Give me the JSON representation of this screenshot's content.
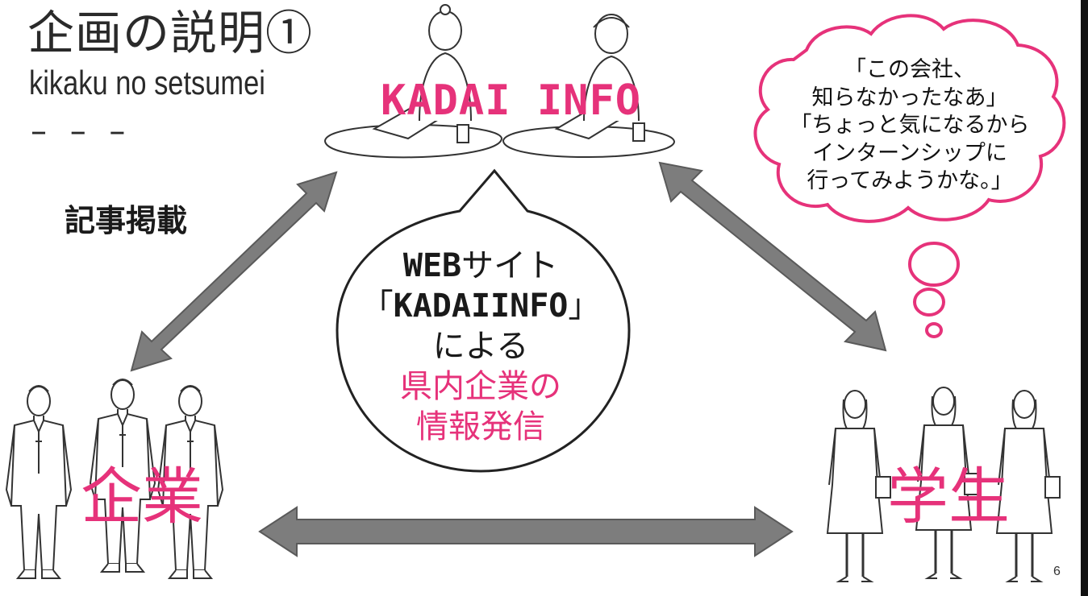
{
  "title": {
    "japanese": "企画の説明①",
    "romaji": "kikaku no setsumei",
    "divider": "– – –"
  },
  "article_label": "記事掲載",
  "site_name": "KADAI INFO",
  "speech_bubble": {
    "line1_mono": "WEB",
    "line1_rest": "サイト",
    "line2_open": "「",
    "line2_mono": "KADAIINFO",
    "line2_close": "」",
    "line3": "による",
    "line4": "県内企業の",
    "line5": "情報発信"
  },
  "thought_bubble": {
    "lines": [
      "「この会社、",
      "知らなかったなあ」",
      "「ちょっと気になるから",
      "インターンシップに",
      "行ってみようかな。」"
    ]
  },
  "company_label": "企業",
  "student_label": "学生",
  "page_number": "6",
  "colors": {
    "accent": "#e6327a",
    "arrow_fill": "#7d7d7d",
    "arrow_stroke": "#5a5a5a",
    "line_art": "#333333"
  }
}
